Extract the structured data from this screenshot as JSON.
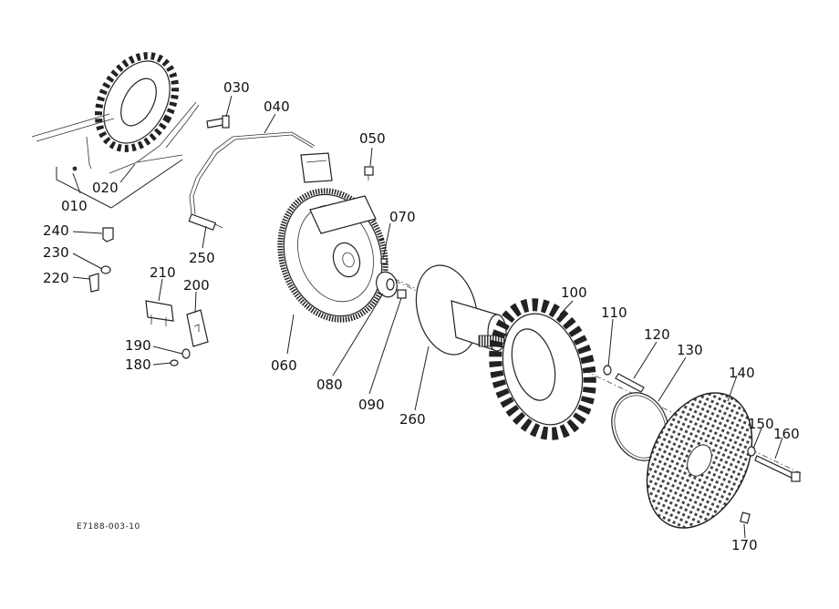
{
  "drawing_code": "E7188-003-10",
  "labels": {
    "p010": "010",
    "p020": "020",
    "p030": "030",
    "p040": "040",
    "p050": "050",
    "p060": "060",
    "p070": "070",
    "p080": "080",
    "p090": "090",
    "p100": "100",
    "p110": "110",
    "p120": "120",
    "p130": "130",
    "p140": "140",
    "p150": "150",
    "p160": "160",
    "p170": "170",
    "p180": "180",
    "p190": "190",
    "p200": "200",
    "p210": "210",
    "p220": "220",
    "p230": "230",
    "p240": "240",
    "p250": "250",
    "p260": "260"
  }
}
